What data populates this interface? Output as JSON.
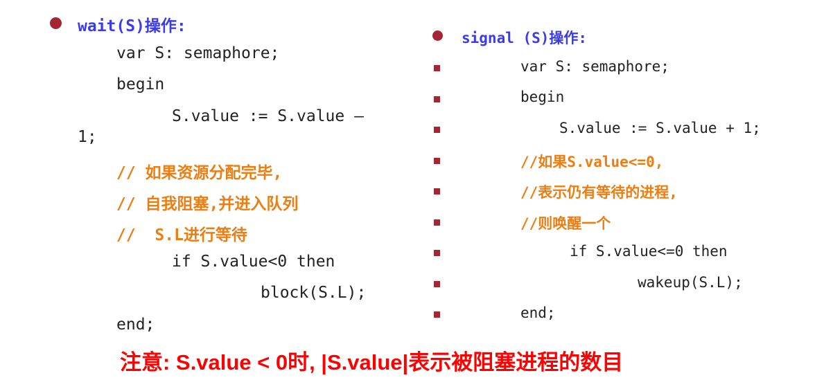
{
  "left": {
    "heading": "wait(S)操作:",
    "lines": [
      "var S: semaphore;",
      "begin",
      "S.value := S.value –",
      "1;",
      "// 如果资源分配完毕,",
      "// 自我阻塞,并进入队列",
      "//  S.L进行等待",
      "if S.value<0 then",
      "block(S.L);",
      "end;"
    ]
  },
  "right": {
    "heading": "signal (S)操作:",
    "lines": [
      "var S: semaphore;",
      "begin",
      "S.value := S.value + 1;",
      "//如果S.value<=0,",
      "//表示仍有等待的进程,",
      "//则唤醒一个",
      "if S.value<=0 then",
      "wakeup(S.L);",
      "end;"
    ]
  },
  "note": "注意: S.value < 0时, |S.value|表示被阻塞进程的数目",
  "colors": {
    "heading": "#3a3aee",
    "comment": "#ee7d10",
    "code": "#222222",
    "bullet": "#a32634",
    "note": "#ff0000"
  }
}
